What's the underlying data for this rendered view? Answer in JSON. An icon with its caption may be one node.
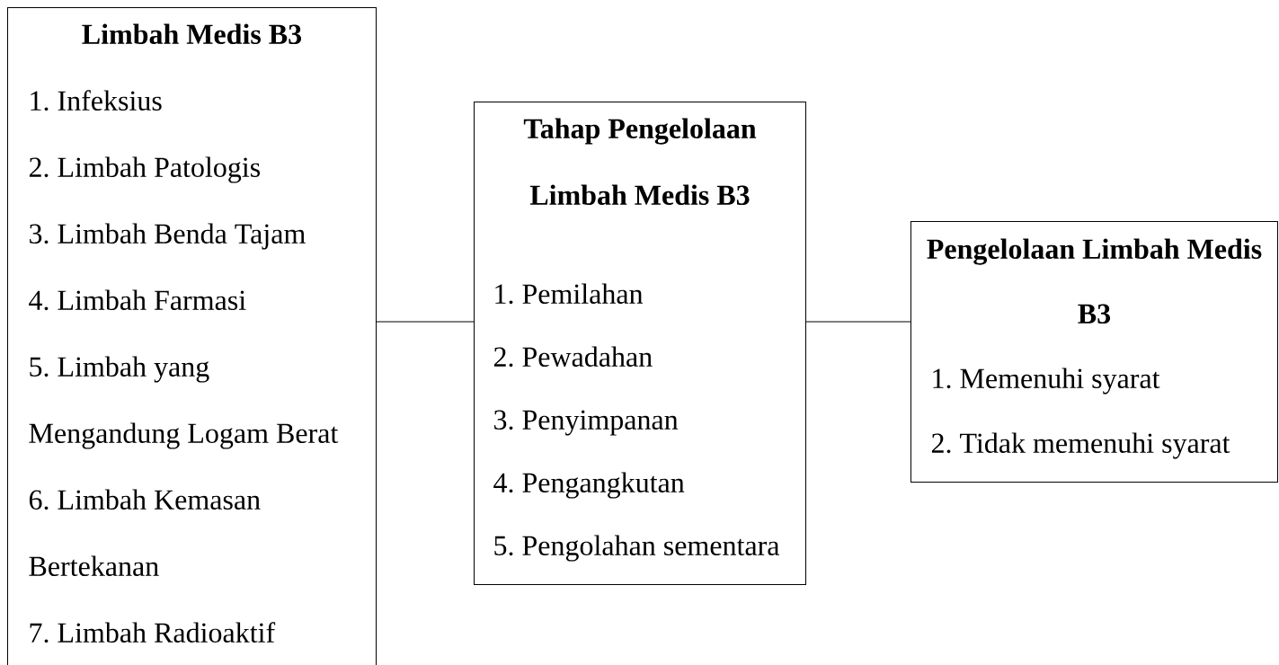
{
  "diagram": {
    "nodes": [
      {
        "text": [
          "Limbah Medis B3",
          "1. Infeksius",
          "2. Limbah Patologis",
          "3. Limbah Benda Tajam",
          "4. Limbah Farmasi",
          "5. Limbah yang Mengandung Logam Berat",
          "6. Limbah Kemasan Bertekanan",
          "7. Limbah Radioaktif"
        ]
      },
      {
        "text": [
          "Tahap Pengelolaan Limbah Medis B3",
          "1. Pemilahan",
          "2. Pewadahan",
          "3. Penyimpanan",
          "4. Pengangkutan",
          "5. Pengolahan sementara"
        ]
      },
      {
        "text": [
          "Pengelolaan Limbah Medis B3",
          "1. Memenuhi syarat",
          "2. Tidak memenuhi syarat"
        ]
      }
    ],
    "edges": [
      {
        "from": 0,
        "to": 1,
        "arrow": "none"
      },
      {
        "from": 1,
        "to": 2,
        "arrow": "none"
      }
    ]
  }
}
